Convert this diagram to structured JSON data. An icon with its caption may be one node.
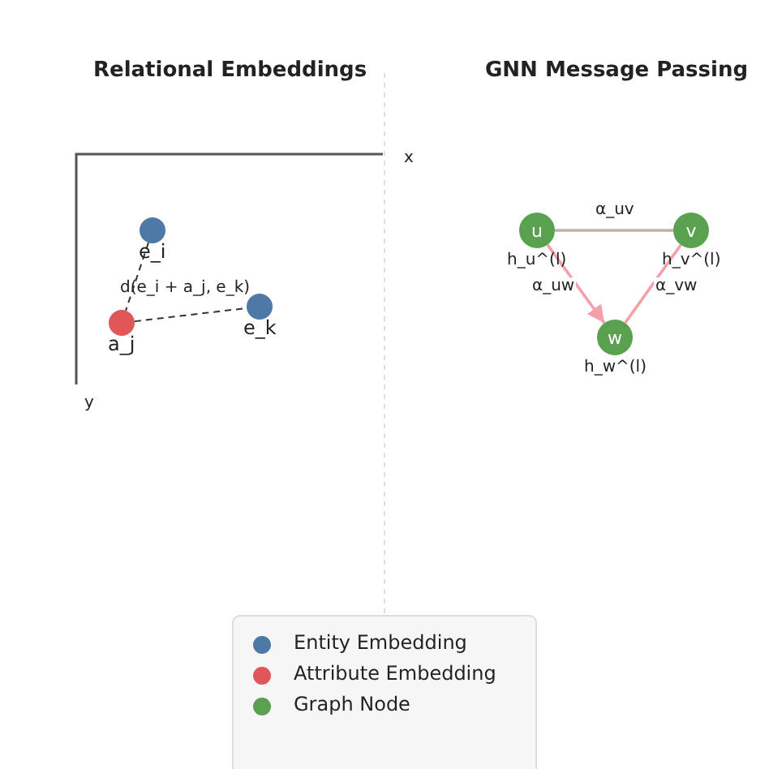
{
  "diagram": {
    "nodes": [
      {
        "text": [],
        "shape": "circle",
        "beside": [
          "e_i"
        ]
      },
      {
        "text": [],
        "shape": "circle",
        "beside": [
          "a_j"
        ]
      },
      {
        "text": [],
        "shape": "circle",
        "beside": [
          "e_k"
        ]
      },
      {
        "text": [
          "u"
        ],
        "beside": [
          "h_u^(l)"
        ]
      },
      {
        "text": [
          "v"
        ],
        "beside": [
          "h_v^(l)"
        ]
      },
      {
        "text": [
          "w"
        ],
        "beside": [
          "h_w^(l)"
        ]
      }
    ],
    "edges": [
      {
        "from": 0,
        "to": 1,
        "arrow": "none",
        "style": "dashed"
      },
      {
        "from": 1,
        "to": 2,
        "arrow": "none",
        "style": "dashed"
      },
      {
        "from": 3,
        "to": 4,
        "arrow": "none",
        "label": "α_uv",
        "color": "#c0b0ac"
      },
      {
        "from": 3,
        "to": 5,
        "arrow": "to",
        "label": "α_uw",
        "color": "#f4a0a8"
      },
      {
        "from": 4,
        "to": 5,
        "arrow": "none",
        "label": "α_vw",
        "color": "#f4a0a8"
      }
    ],
    "labels": [
      "Relational Embeddings",
      "GNN Message Passing",
      "x",
      "y",
      "d(e_i + a_j, e_k)"
    ],
    "legend": [
      {
        "text": "Entity Embedding",
        "color": "#4e79a7"
      },
      {
        "text": "Attribute Embedding",
        "color": "#e15759"
      },
      {
        "text": "Graph Node",
        "color": "#59a14f"
      }
    ]
  }
}
